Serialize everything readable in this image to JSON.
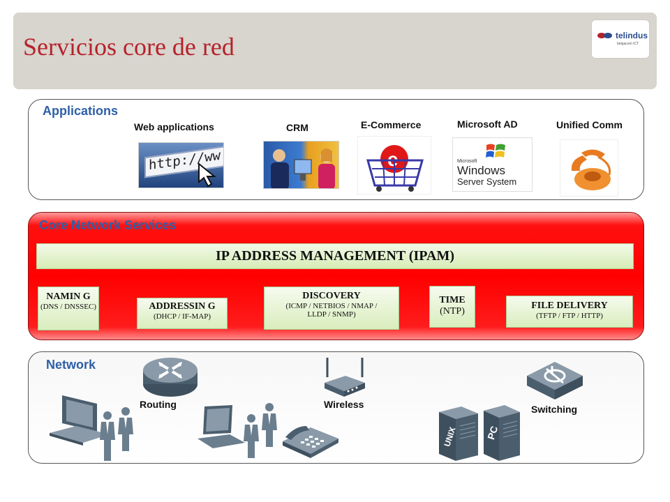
{
  "header": {
    "title": "Servicios core de red",
    "logo_text": "telindus",
    "logo_sub": "belgacom ICT"
  },
  "applications": {
    "title": "Applications",
    "items": [
      {
        "label": "Web applications",
        "image_text": "http://ww"
      },
      {
        "label": "CRM"
      },
      {
        "label": "E-Commerce"
      },
      {
        "label": "Microsoft AD",
        "image_text_1": "Microsoft",
        "image_text_2": "Windows",
        "image_text_3": "Server System"
      },
      {
        "label": "Unified Comm"
      }
    ]
  },
  "core": {
    "title": "Core Network Services",
    "ipam": "IP ADDRESS MANAGEMENT (IPAM)",
    "services": [
      {
        "title": "NAMIN G",
        "detail": "(DNS / DNSSEC)"
      },
      {
        "title": "ADDRESSIN G",
        "detail": "(DHCP / IF-MAP)"
      },
      {
        "title": "DISCOVERY",
        "detail": "(ICMP / NETBIOS / NMAP / LLDP / SNMP)"
      },
      {
        "title": "TIME",
        "detail": "(NTP)"
      },
      {
        "title": "FILE DELIVERY",
        "detail": "(TFTP / FTP / HTTP)"
      }
    ]
  },
  "network": {
    "title": "Network",
    "labels": {
      "routing": "Routing",
      "wireless": "Wireless",
      "switching": "Switching"
    },
    "server_labels": {
      "unix": "UNIX",
      "pc": "PC"
    }
  },
  "colors": {
    "title_red": "#b5222a",
    "section_blue": "#2e5fa8",
    "core_red": "#ff0000",
    "service_green": "#d9edbd"
  }
}
